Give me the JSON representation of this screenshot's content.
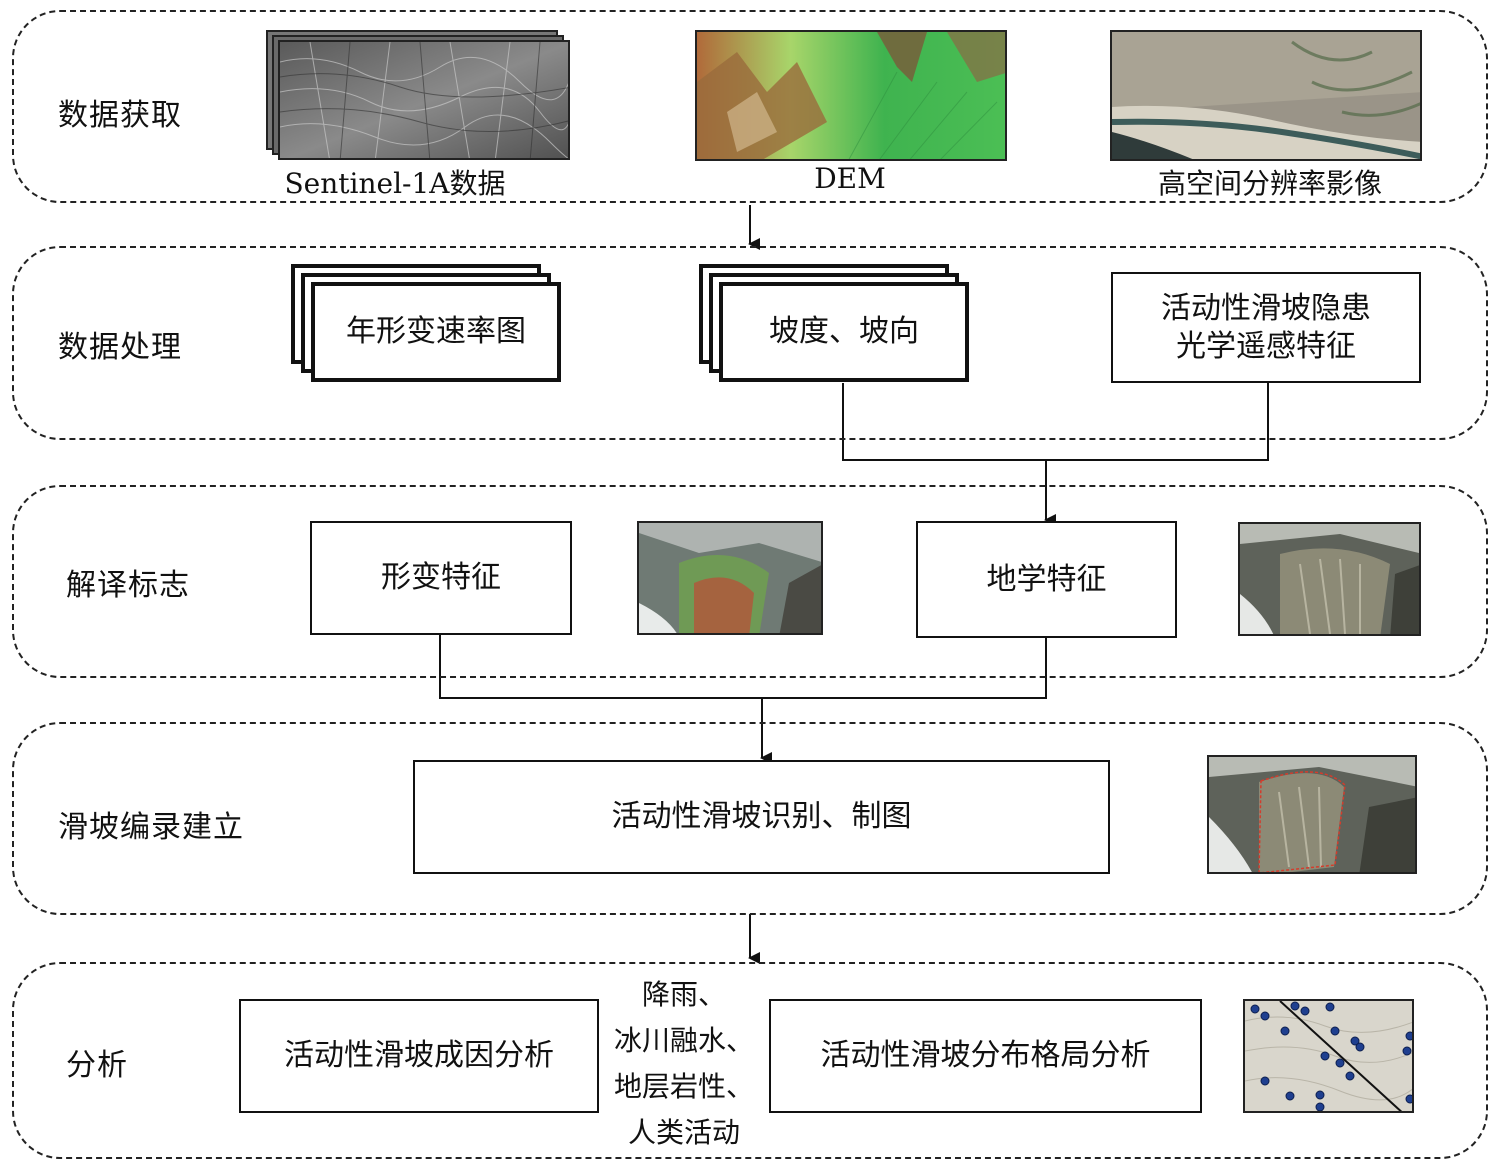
{
  "stages": {
    "acquisition": {
      "label": "数据获取",
      "captions": {
        "sar": "Sentinel-1A数据",
        "dem": "DEM",
        "optical": "高空间分辨率影像"
      }
    },
    "processing": {
      "label": "数据处理",
      "boxes": {
        "deformation_rate": "年形变速率图",
        "slope_aspect": "坡度、坡向",
        "optical_line1": "活动性滑坡隐患",
        "optical_line2": "光学遥感特征"
      }
    },
    "interpretation": {
      "label": "解译标志",
      "boxes": {
        "deformation_features": "形变特征",
        "geoscience_features": "地学特征"
      }
    },
    "inventory": {
      "label": "滑坡编录建立",
      "boxes": {
        "identification_mapping": "活动性滑坡识别、制图"
      }
    },
    "analysis": {
      "label": "分析",
      "boxes": {
        "cause_analysis": "活动性滑坡成因分析",
        "distribution_analysis": "活动性滑坡分布格局分析"
      },
      "factors": [
        "降雨、",
        "冰川融水、",
        "地层岩性、",
        "人类活动"
      ]
    }
  },
  "colors": {
    "stroke": "#111111",
    "dem_low": "#3fb34f",
    "dem_mid": "#a8d56a",
    "dem_high": "#b06a3a",
    "point": "#1f3f8f"
  }
}
